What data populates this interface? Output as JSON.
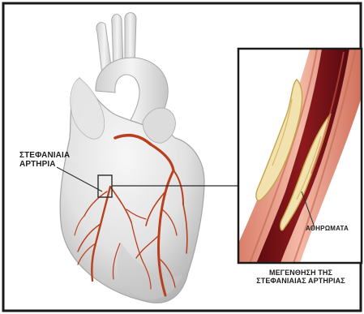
{
  "labels": {
    "coronary_artery": [
      "ΣΤΕΦΑΝΙΑΙΑ",
      "ΑΡΤΗΡΙΑ"
    ],
    "atheroma": "ΑΘΗΡΩΜΑΤΑ",
    "magnification_caption": [
      "ΜΕΓΕΝΘΗΣΗ ΤΗΣ",
      "ΣΤΕΦΑΝΙΑΙΑΣ ΑΡΤΗΡΙΑΣ"
    ]
  },
  "colors": {
    "background": "#ffffff",
    "frame": "#1a1a1a",
    "heart_body": "#ececec",
    "heart_shadow": "#bdbdbd",
    "coronary_vessel": "#b8401f",
    "artery_wall": "#e9a08c",
    "blood_lumen": "#7a1016",
    "plaque": "#f1e2b0",
    "plaque_edge": "#c9a24a",
    "label_text": "#1f1f1f"
  }
}
